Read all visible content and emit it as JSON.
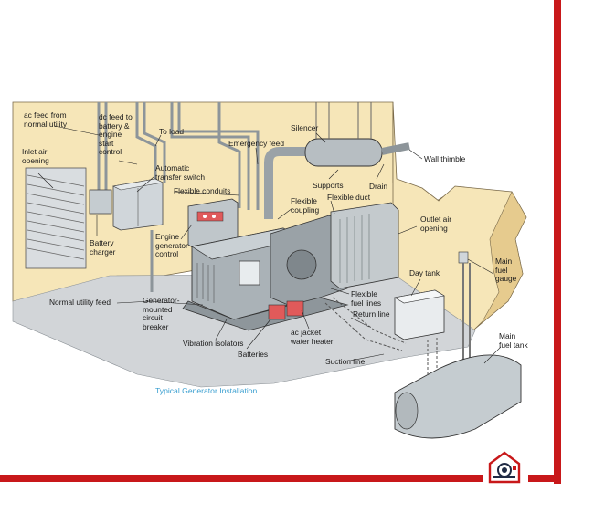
{
  "labels": {
    "ac_feed": "ac feed from\nnormal utility",
    "dc_feed": "dc feed to\nbattery &\nengine\nstart\ncontrol",
    "to_load": "To load",
    "silencer": "Silencer",
    "emergency_feed": "Emergency feed",
    "inlet_air": "Inlet air\nopening",
    "ats": "Automatic\ntransfer switch",
    "flexible_conduits": "Flexible conduits",
    "supports": "Supports",
    "drain": "Drain",
    "wall_thimble": "Wall thimble",
    "flexible_coupling": "Flexible\ncoupling",
    "flexible_duct": "Flexible duct",
    "outlet_air": "Outlet air\nopening",
    "battery_charger": "Battery\ncharger",
    "engine_gen_control": "Engine\ngenerator\ncontrol",
    "day_tank": "Day tank",
    "main_fuel_gauge": "Main\nfuel\ngauge",
    "normal_utility_feed": "Normal utility feed",
    "gen_breaker": "Generator-\nmounted\ncircuit\nbreaker",
    "flexible_fuel_lines": "Flexible\nfuel lines",
    "return_line": "Return line",
    "main_fuel_tank": "Main\nfuel tank",
    "vibration_isolators": "Vibration isolators",
    "ac_jacket_heater": "ac jacket\nwater heater",
    "batteries": "Batteries",
    "suction_line": "Suction line"
  },
  "caption": "Typical Generator Installation",
  "colors": {
    "wall": "#f6e6b8",
    "wall_edge": "#e3c88a",
    "floor": "#d2d5d8",
    "metal": "#9fa6ab",
    "metal_dark": "#6f777c",
    "frame_red": "#c8181a",
    "caption_blue": "#3a9fd0",
    "battery_red": "#e05a5a"
  },
  "logo_icon": "house-logo-icon"
}
